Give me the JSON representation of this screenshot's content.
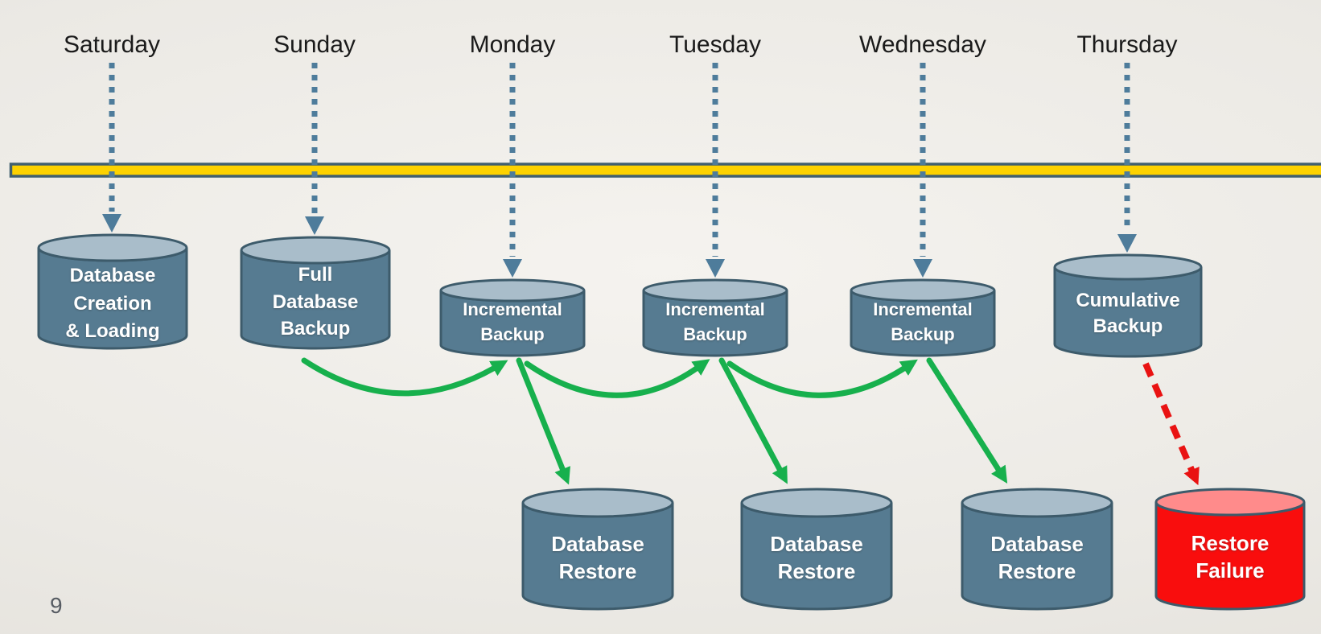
{
  "page_number": "9",
  "days": [
    "Saturday",
    "Sunday",
    "Monday",
    "Tuesday",
    "Wednesday",
    "Thursday"
  ],
  "nodes": {
    "creation": {
      "lines": [
        "Database",
        "Creation",
        "& Loading"
      ]
    },
    "full_backup": {
      "lines": [
        "Full",
        "Database",
        "Backup"
      ]
    },
    "inc_mon": {
      "lines": [
        "Incremental",
        "Backup"
      ]
    },
    "inc_tue": {
      "lines": [
        "Incremental",
        "Backup"
      ]
    },
    "inc_wed": {
      "lines": [
        "Incremental",
        "Backup"
      ]
    },
    "cumulative": {
      "lines": [
        "Cumulative",
        "Backup"
      ]
    },
    "restore_mon": {
      "lines": [
        "Database",
        "Restore"
      ]
    },
    "restore_tue": {
      "lines": [
        "Database",
        "Restore"
      ]
    },
    "restore_wed": {
      "lines": [
        "Database",
        "Restore"
      ]
    },
    "failure": {
      "lines": [
        "Restore",
        "Failure"
      ]
    }
  },
  "colors": {
    "timeline_fill": "#FDD200",
    "timeline_border": "#41606F",
    "cylinder_body": "#567B91",
    "cylinder_top": "#A9BDCA",
    "cylinder_outline": "#3D5B6B",
    "failure_body": "#F90D0D",
    "failure_top": "#FF8B8B",
    "arrow_green": "#17B04D",
    "arrow_red": "#E91212",
    "arrow_slate": "#4E7C9B",
    "day_text": "#1A1A1A",
    "node_text": "#FFFFFF"
  }
}
